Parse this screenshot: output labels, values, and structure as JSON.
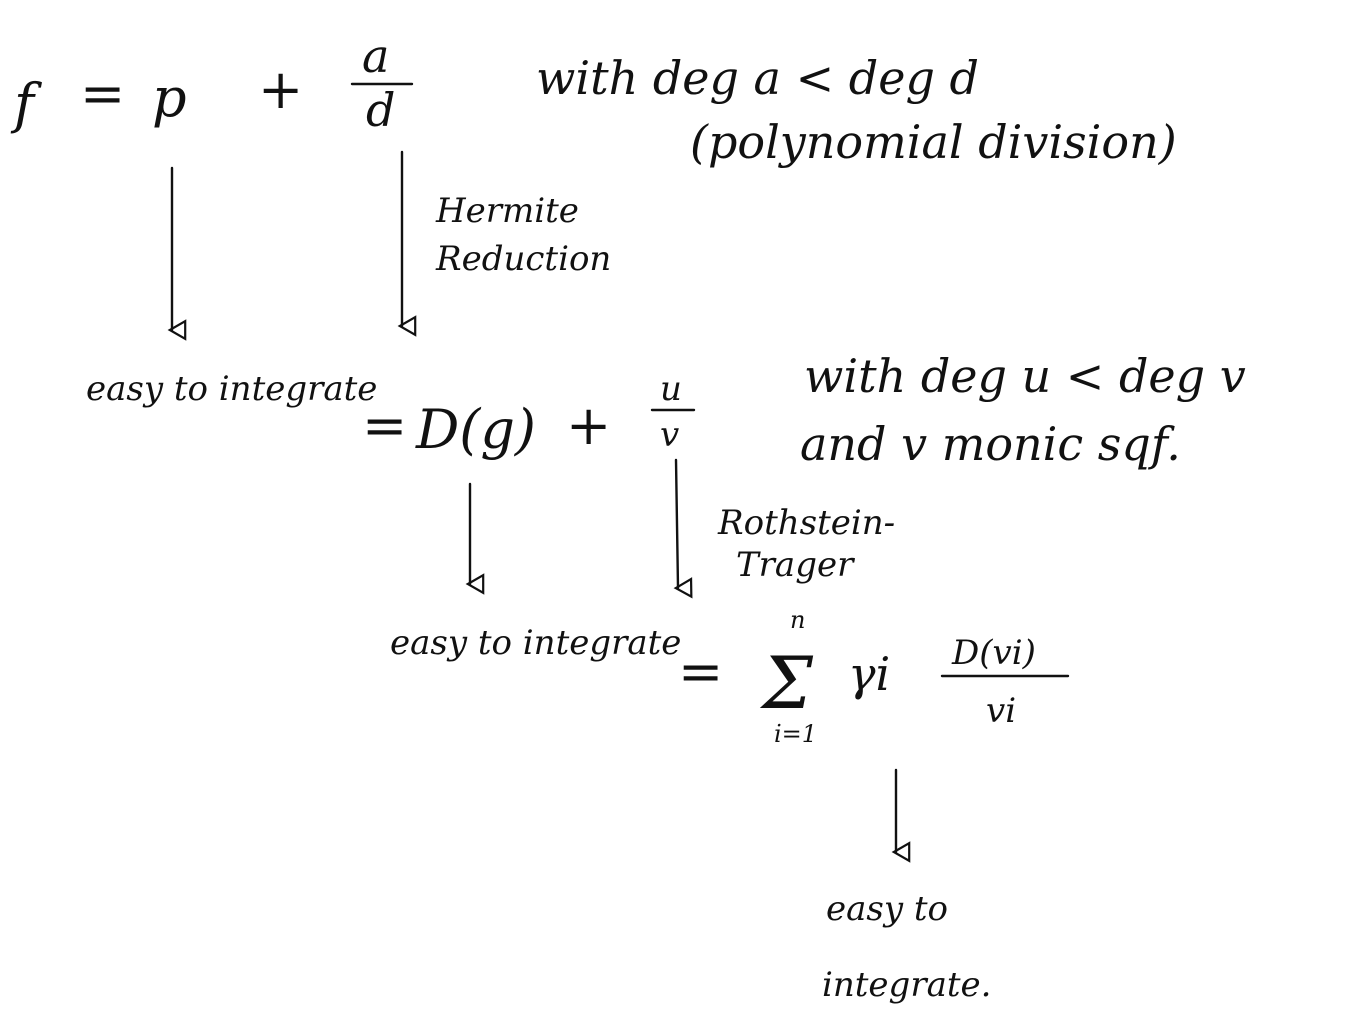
{
  "row1": {
    "f": "f",
    "eq": "=",
    "p": "p",
    "plus": "+",
    "frac_num": "a",
    "frac_den": "d",
    "note1": "with  deg a < deg d",
    "note2": "(polynomial division)"
  },
  "branch1": {
    "label": "easy to integrate"
  },
  "step_hermite": {
    "label_line1": "Hermite",
    "label_line2": "Reduction"
  },
  "row2": {
    "eq": "=",
    "deriv": "D(g)",
    "plus": "+",
    "frac_num": "u",
    "frac_den": "v",
    "note1": "with  deg u < deg v",
    "note2": "and  v monic sqf."
  },
  "branch2": {
    "label": "easy to integrate"
  },
  "step_rt": {
    "label_line1": "Rothstein-",
    "label_line2": "Trager"
  },
  "row3": {
    "eq": "=",
    "sum_symbol": "Σ",
    "sum_upper": "n",
    "sum_lower": "i=1",
    "coef": "γi",
    "frac_num": "D(vi)",
    "frac_den": "vi"
  },
  "branch3": {
    "label_line1": "easy to",
    "label_line2": "integrate."
  }
}
